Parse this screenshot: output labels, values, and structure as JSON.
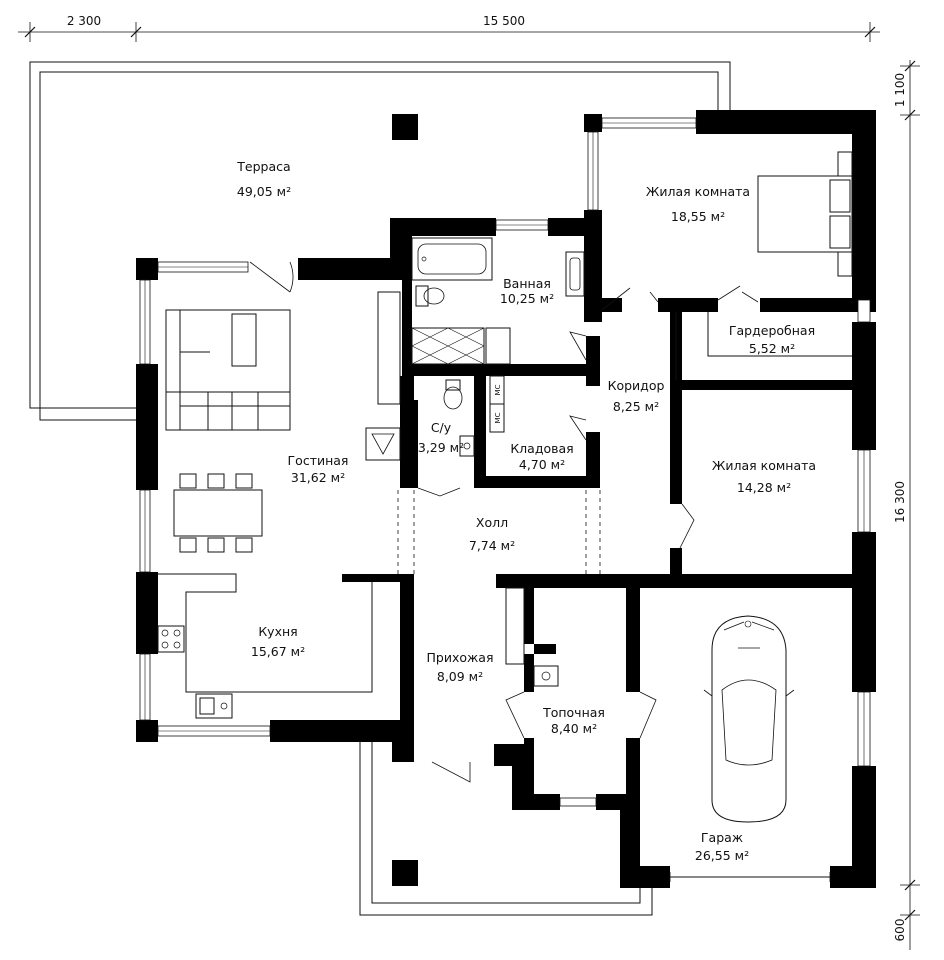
{
  "dimensions": {
    "top_left": "2 300",
    "top_main": "15 500",
    "right_top": "1 100",
    "right_main": "16 300",
    "right_bottom": "600"
  },
  "rooms": {
    "terrace": {
      "name": "Терраса",
      "area": "49,05 м²"
    },
    "bedroom1": {
      "name": "Жилая комната",
      "area": "18,55 м²"
    },
    "bathroom": {
      "name": "Ванная",
      "area": "10,25 м²"
    },
    "dressing": {
      "name": "Гардеробная",
      "area": "5,52 м²"
    },
    "corridor": {
      "name": "Коридор",
      "area": "8,25 м²"
    },
    "wc": {
      "name": "С/у",
      "area": "3,29 м²"
    },
    "storage": {
      "name": "Кладовая",
      "area": "4,70 м²"
    },
    "living": {
      "name": "Гостиная",
      "area": "31,62 м²"
    },
    "bedroom2": {
      "name": "Жилая комната",
      "area": "14,28 м²"
    },
    "hall": {
      "name": "Холл",
      "area": "7,74 м²"
    },
    "kitchen": {
      "name": "Кухня",
      "area": "15,67 м²"
    },
    "entrance": {
      "name": "Прихожая",
      "area": "8,09 м²"
    },
    "boiler": {
      "name": "Топочная",
      "area": "8,40 м²"
    },
    "garage": {
      "name": "Гараж",
      "area": "26,55 м²"
    }
  },
  "labels": {
    "mc1": "МС",
    "mc2": "МС"
  }
}
